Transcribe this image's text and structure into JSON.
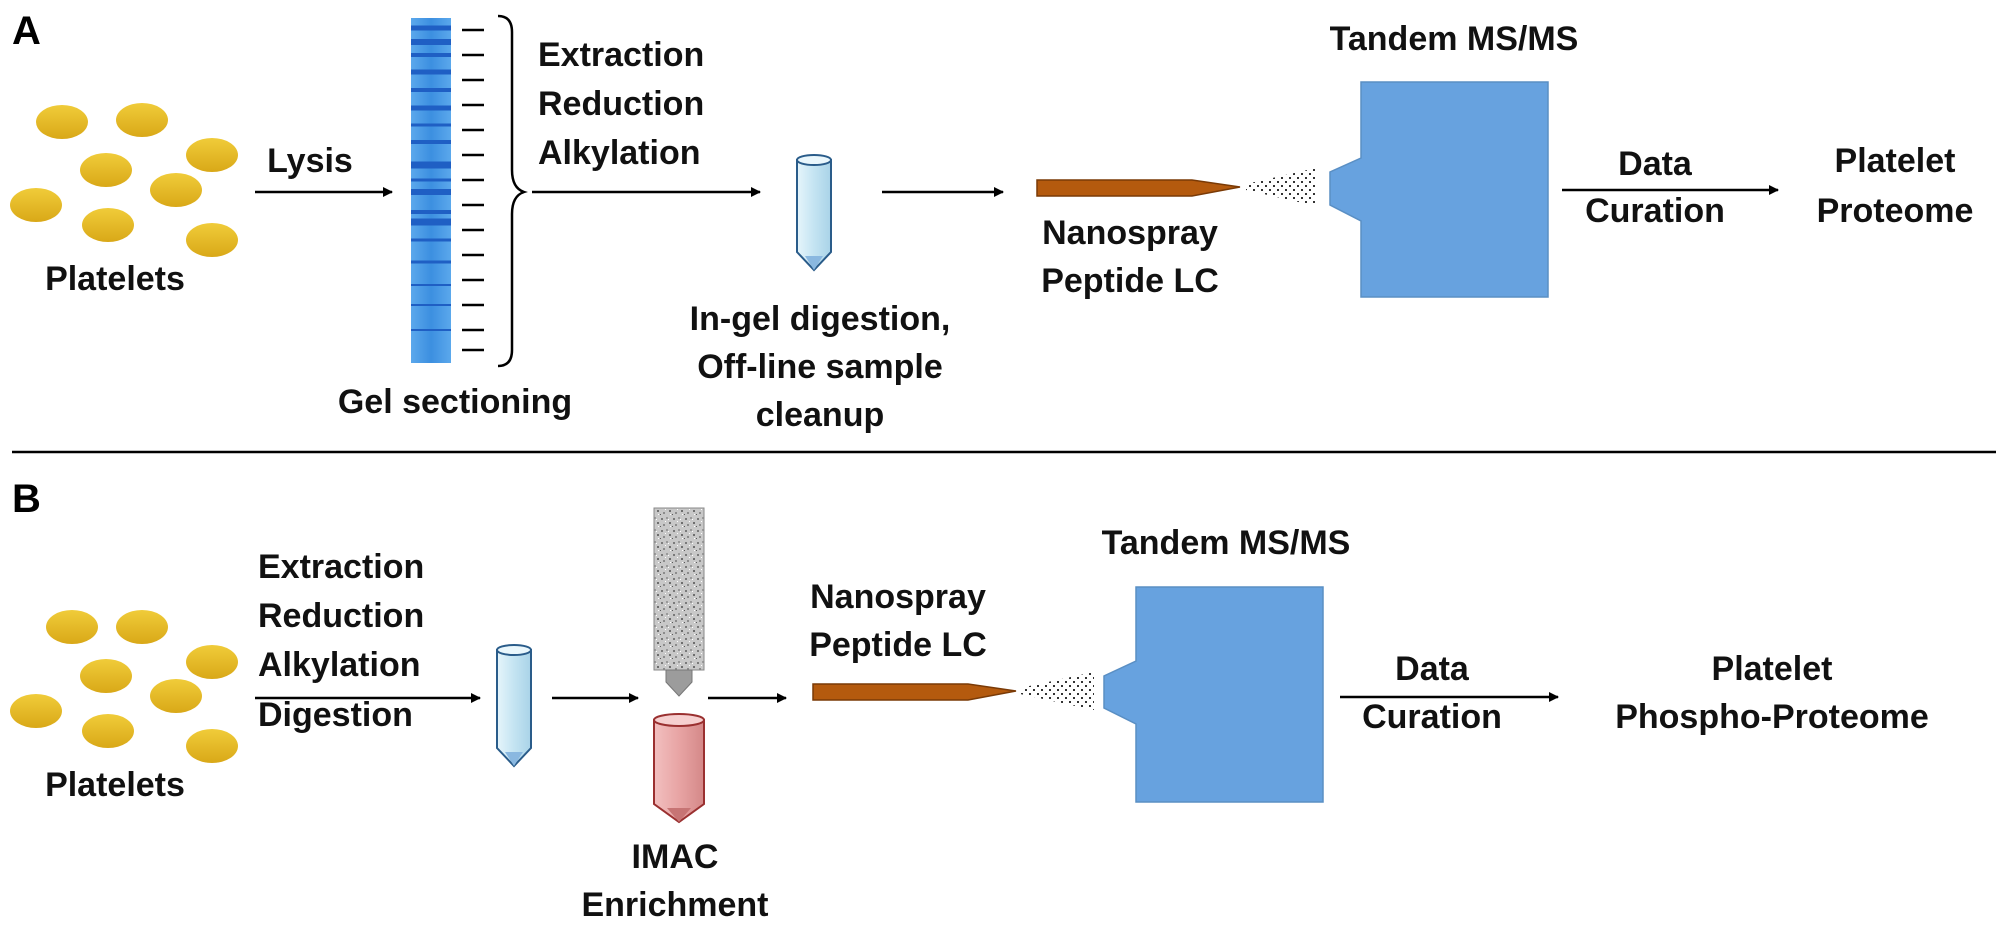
{
  "panel_a": {
    "letter": "A",
    "platelets_label": "Platelets",
    "lysis_label": "Lysis",
    "gel_label": "Gel sectioning",
    "prep_steps": [
      "Extraction",
      "Reduction",
      "Alkylation"
    ],
    "digestion_label": [
      "In-gel digestion,",
      "Off-line sample",
      "cleanup"
    ],
    "lc_label": [
      "Nanospray",
      "Peptide LC"
    ],
    "ms_label": "Tandem MS/MS",
    "curation_label": [
      "Data",
      "Curation"
    ],
    "result_label": [
      "Platelet",
      "Proteome"
    ]
  },
  "panel_b": {
    "letter": "B",
    "platelets_label": "Platelets",
    "prep_steps": [
      "Extraction",
      "Reduction",
      "Alkylation",
      "Digestion"
    ],
    "imac_label": [
      "IMAC",
      "Enrichment"
    ],
    "lc_label": [
      "Nanospray",
      "Peptide LC"
    ],
    "ms_label": "Tandem MS/MS",
    "curation_label": [
      "Data",
      "Curation"
    ],
    "result_label": [
      "Platelet",
      "Phospho-Proteome"
    ]
  },
  "colors": {
    "platelet": "#E8BE2A",
    "gel_lane": "#3C8FE0",
    "gel_band": "#1F5FC4",
    "tube": "#CFEAF5",
    "imac_tube": "#E8A4A4",
    "column": "#B45A0E",
    "ms_box": "#67A2DF"
  }
}
